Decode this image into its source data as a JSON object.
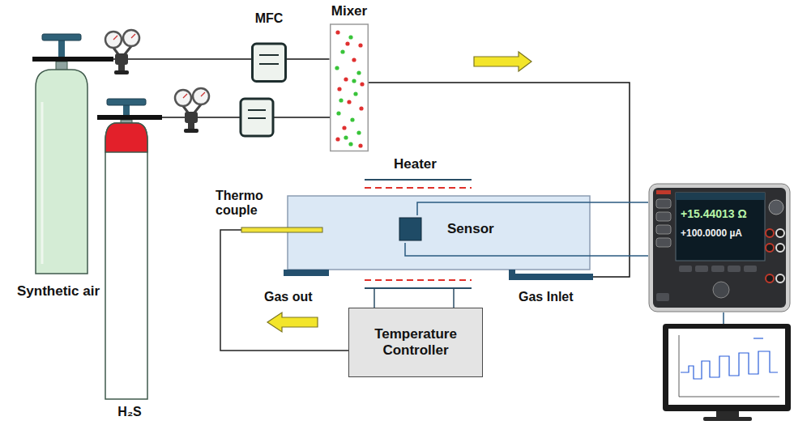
{
  "diagram": {
    "nodes": [
      {
        "text": [
          "Synthetic air"
        ]
      },
      {
        "text": [
          "H₂S"
        ]
      },
      {
        "text": [
          "MFC"
        ]
      },
      {
        "text": [
          "Mixer"
        ]
      },
      {
        "text": [
          "Sensor"
        ]
      },
      {
        "text": [
          "Temperature Controller"
        ]
      },
      {
        "text": [
          "+15.44013 Ω",
          "+100.0000 µA"
        ]
      }
    ],
    "edges": [
      {
        "from": 0,
        "to": 2,
        "arrow": "none"
      },
      {
        "from": 2,
        "to": 3,
        "arrow": "none"
      },
      {
        "from": 4,
        "to": 6,
        "arrow": "none"
      },
      {
        "from": 4,
        "to": 6,
        "arrow": "none"
      }
    ],
    "labels": [
      "Heater",
      "Thermo couple",
      "Gas out",
      "Gas Inlet"
    ]
  }
}
